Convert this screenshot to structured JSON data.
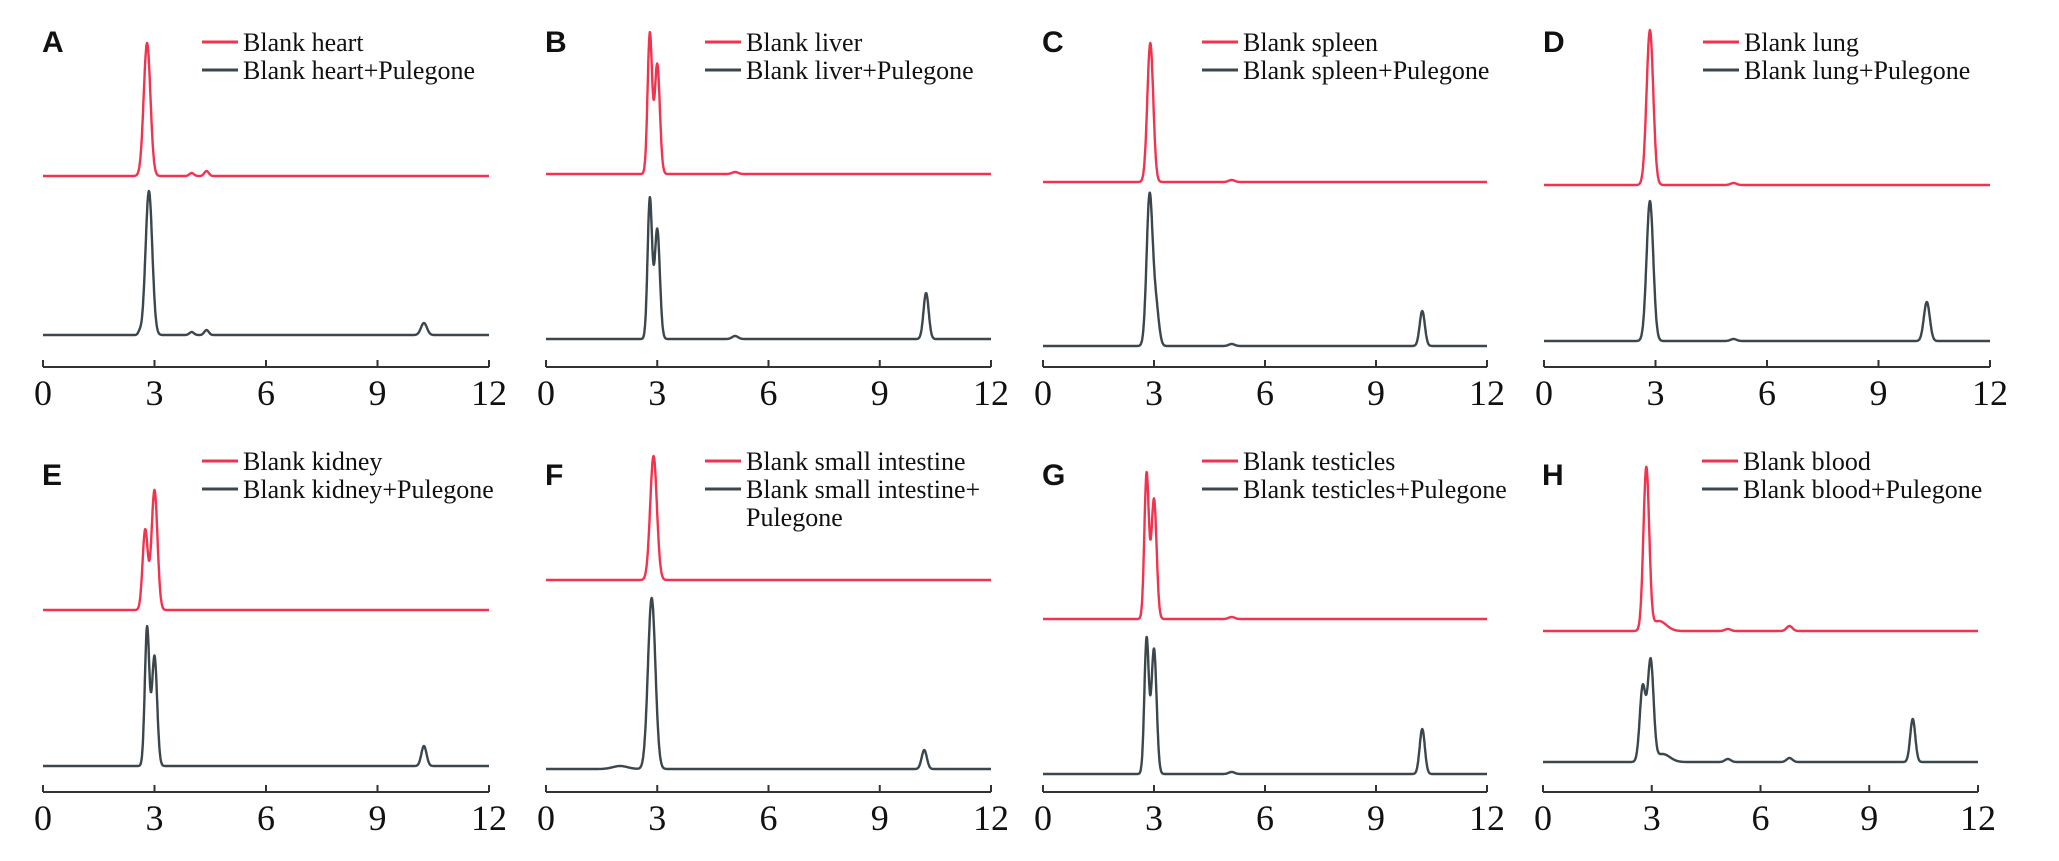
{
  "colors": {
    "blank": "#f2334f",
    "spiked": "#3b474c",
    "axis": "#333333"
  },
  "chart_data": [
    {
      "type": "line",
      "panel": "A",
      "xlim": [
        0,
        12
      ],
      "xticks": [
        "0",
        "3",
        "6",
        "9",
        "12"
      ],
      "series": [
        {
          "name": "Blank heart",
          "color_key": "blank",
          "peaks": [
            [
              2.8,
              133,
              0.09
            ],
            [
              4.0,
              3,
              0.06
            ],
            [
              4.4,
              5,
              0.06
            ]
          ]
        },
        {
          "name": "Blank heart+Pulegone",
          "color_key": "spiked",
          "peaks": [
            [
              2.85,
              144,
              0.09
            ],
            [
              2.6,
              3,
              0.04
            ],
            [
              4.0,
              3,
              0.06
            ],
            [
              4.4,
              5,
              0.06
            ],
            [
              10.25,
              12,
              0.08
            ]
          ]
        }
      ]
    },
    {
      "type": "line",
      "panel": "B",
      "xlim": [
        0,
        12
      ],
      "xticks": [
        "0",
        "3",
        "6",
        "9",
        "12"
      ],
      "series": [
        {
          "name": "Blank liver",
          "color_key": "blank",
          "peaks": [
            [
              2.8,
              140,
              0.06
            ],
            [
              3.0,
              110,
              0.07
            ],
            [
              5.1,
              2,
              0.08
            ]
          ]
        },
        {
          "name": "Blank liver+Pulegone",
          "color_key": "spiked",
          "peaks": [
            [
              2.8,
              140,
              0.06
            ],
            [
              3.0,
              110,
              0.07
            ],
            [
              5.1,
              3,
              0.08
            ],
            [
              10.25,
              46,
              0.07
            ]
          ]
        }
      ]
    },
    {
      "type": "line",
      "panel": "C",
      "xlim": [
        0,
        12
      ],
      "xticks": [
        "0",
        "3",
        "6",
        "9",
        "12"
      ],
      "series": [
        {
          "name": "Blank spleen",
          "color_key": "blank",
          "peaks": [
            [
              2.9,
              139,
              0.08
            ],
            [
              5.1,
              2,
              0.08
            ]
          ]
        },
        {
          "name": "Blank spleen+Pulegone",
          "color_key": "spiked",
          "peaks": [
            [
              2.88,
              149,
              0.08
            ],
            [
              3.05,
              40,
              0.08
            ],
            [
              5.1,
              2,
              0.08
            ],
            [
              10.25,
              35,
              0.07
            ]
          ]
        }
      ]
    },
    {
      "type": "line",
      "panel": "D",
      "xlim": [
        0,
        12
      ],
      "xticks": [
        "0",
        "3",
        "6",
        "9",
        "12"
      ],
      "series": [
        {
          "name": "Blank lung",
          "color_key": "blank",
          "peaks": [
            [
              2.85,
              155,
              0.09
            ],
            [
              5.1,
              2,
              0.08
            ]
          ]
        },
        {
          "name": "Blank lung+Pulegone",
          "color_key": "spiked",
          "peaks": [
            [
              2.85,
              140,
              0.09
            ],
            [
              5.1,
              2,
              0.08
            ],
            [
              10.3,
              39,
              0.08
            ]
          ]
        }
      ]
    },
    {
      "type": "line",
      "panel": "E",
      "xlim": [
        0,
        12
      ],
      "xticks": [
        "0",
        "3",
        "6",
        "9",
        "12"
      ],
      "series": [
        {
          "name": "Blank kidney",
          "color_key": "blank",
          "peaks": [
            [
              2.75,
              80,
              0.07
            ],
            [
              3.0,
              120,
              0.08
            ]
          ]
        },
        {
          "name": "Blank kidney+Pulegone",
          "color_key": "spiked",
          "peaks": [
            [
              2.8,
              138,
              0.06
            ],
            [
              3.0,
              110,
              0.07
            ],
            [
              10.25,
              20,
              0.07
            ]
          ]
        }
      ]
    },
    {
      "type": "line",
      "panel": "F",
      "xlim": [
        0,
        12
      ],
      "xticks": [
        "0",
        "3",
        "6",
        "9",
        "12"
      ],
      "series": [
        {
          "name": "Blank small intestine",
          "color_key": "blank",
          "peaks": [
            [
              2.9,
              124,
              0.09
            ]
          ]
        },
        {
          "name": "Blank small intestine+\nPulegone",
          "color_key": "spiked",
          "peaks": [
            [
              2.0,
              3,
              0.2
            ],
            [
              2.85,
              171,
              0.1
            ],
            [
              10.2,
              19,
              0.07
            ]
          ]
        }
      ]
    },
    {
      "type": "line",
      "panel": "G",
      "xlim": [
        0,
        12
      ],
      "xticks": [
        "0",
        "3",
        "6",
        "9",
        "12"
      ],
      "series": [
        {
          "name": "Blank testicles",
          "color_key": "blank",
          "peaks": [
            [
              2.8,
              145,
              0.06
            ],
            [
              3.0,
              120,
              0.07
            ],
            [
              5.1,
              2,
              0.08
            ]
          ]
        },
        {
          "name": "Blank testicles+Pulegone",
          "color_key": "spiked",
          "peaks": [
            [
              2.8,
              135,
              0.06
            ],
            [
              3.0,
              125,
              0.07
            ],
            [
              5.1,
              2,
              0.08
            ],
            [
              10.25,
              45,
              0.07
            ]
          ]
        }
      ]
    },
    {
      "type": "line",
      "panel": "H",
      "xlim": [
        0,
        12
      ],
      "xticks": [
        "0",
        "3",
        "6",
        "9",
        "12"
      ],
      "series": [
        {
          "name": "Blank blood",
          "color_key": "blank",
          "peaks": [
            [
              2.85,
              162,
              0.08
            ],
            [
              3.2,
              10,
              0.2
            ],
            [
              5.1,
              2,
              0.08
            ],
            [
              6.8,
              5,
              0.08
            ]
          ]
        },
        {
          "name": "Blank blood+Pulegone",
          "color_key": "spiked",
          "peaks": [
            [
              2.75,
              75,
              0.08
            ],
            [
              2.97,
              100,
              0.08
            ],
            [
              3.3,
              8,
              0.2
            ],
            [
              5.1,
              3,
              0.08
            ],
            [
              6.8,
              4,
              0.08
            ],
            [
              10.2,
              43,
              0.07
            ]
          ]
        }
      ]
    }
  ]
}
